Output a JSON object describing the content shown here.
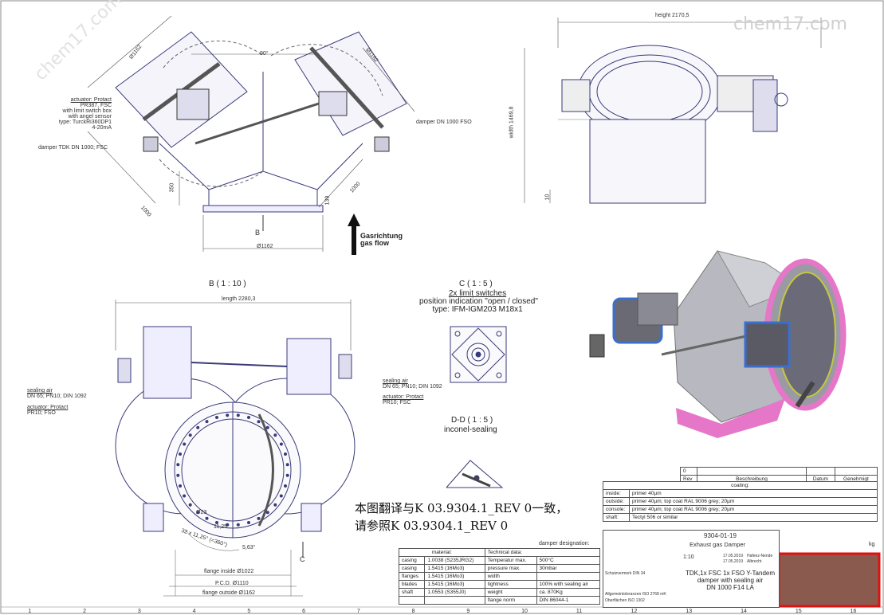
{
  "watermarks": [
    "chem17.com",
    "chem17.com"
  ],
  "top_left": {
    "angle": "90°",
    "dia_left": "Ø1162",
    "dia_right": "Ø1162",
    "actuator": [
      "actuator: Protact",
      "PR387, FSC",
      "with limit switch box",
      "with angel sensor",
      "type: TurckRi360DP1",
      "4-20mA"
    ],
    "damper_left": "damper TDK DN 1000; FSC",
    "damper_right": "damper DN 1000 FSO",
    "dim_350": "350",
    "dim_1000a": "1000",
    "dim_1000b": "1000",
    "dim_139": "139",
    "dim_bottom": "Ø1162",
    "view_b": "B",
    "gas_flow": [
      "Gasrichtung",
      "gas flow"
    ]
  },
  "top_right": {
    "height": "height 2170,5",
    "width": "width 1469,8",
    "dim_10": "10"
  },
  "view_b": {
    "title": "B ( 1 : 10 )",
    "length": "length 2280,3",
    "sealing_left": [
      "sealing air",
      "DN 65; PN10; DIN 1092"
    ],
    "actuator_left": [
      "actuator: Protact",
      "PR10; FSO"
    ],
    "sealing_right": [
      "sealing air",
      "DN 65; PN10; DIN 1092"
    ],
    "actuator_right": [
      "actuator: Protact",
      "PR10; FSC"
    ],
    "dia_23": "Ø23",
    "angle_1125": "11,25°",
    "holes": "32 x 11,25° (=360°)",
    "angle_563": "5,63°",
    "flange_inside": "flange inside Ø1022",
    "pcd": "P.C.D. Ø1110",
    "flange_outside": "flange outside Ø1162",
    "view_c": "C"
  },
  "view_c": {
    "title": "C ( 1 : 5 )",
    "lines": [
      "2x limit switches",
      "position indication \"open / closed\"",
      "type: IFM-IGM203 M18x1"
    ]
  },
  "view_dd": {
    "title": "D-D ( 1 : 5 )",
    "sub": "inconel-sealing"
  },
  "note_cn": [
    "本图翻译与K 03.9304.1_REV 0一致，",
    "请参照K 03.9304.1_REV 0"
  ],
  "materials": {
    "design_title": "damper designation:",
    "left_header": "material:",
    "right_header": "Technical data:",
    "rows": [
      {
        "part": "casing",
        "mat": "1.0038 (S235JRG2)",
        "key": "Temperatur max.",
        "val": "500°C"
      },
      {
        "part": "casing",
        "mat": "1.5415 (16Mo3)",
        "key": "pressure max.",
        "val": "30mbar"
      },
      {
        "part": "flanges",
        "mat": "1.5415 (16Mo3)",
        "key": "width",
        "val": ""
      },
      {
        "part": "blades",
        "mat": "1.5415 (16Mo3)",
        "key": "tightness",
        "val": "100% with sealing air"
      },
      {
        "part": "shaft",
        "mat": "1.0553 (S355J0)",
        "key": "weight",
        "val": "ca. 870Kg"
      },
      {
        "part": "",
        "mat": "",
        "key": "flange norm",
        "val": "DIN 86044-1"
      }
    ]
  },
  "revision": {
    "num": "0",
    "rev": "Rev",
    "beschreibung": "Beschreibung",
    "datum": "Datum",
    "genehmigt": "Genehmigt"
  },
  "coating": {
    "title": "coating:",
    "rows": [
      {
        "k": "inside:",
        "v": "primer 40µm"
      },
      {
        "k": "outside:",
        "v": "primer 40µm; top coat RAL 9006 grey; 20µm"
      },
      {
        "k": "console:",
        "v": "primer 40µm; top coat RAL 9006 grey; 20µm"
      },
      {
        "k": "shaft:",
        "v": "Tectyl 506 or similar"
      }
    ]
  },
  "title_block": {
    "drawing_no": "9304-01-19",
    "name": "Exhaust gas Damper",
    "scale": "1:10",
    "date1": "17.05.2019",
    "date2": "17.05.2019",
    "checker1": "Hafeez-Nende",
    "checker2": "Albrecht",
    "desc": [
      "TDK,1x FSC 1x FSO Y-Tandem",
      "damper with sealing air",
      "DN 1000  F14 LA"
    ],
    "weight": "kg",
    "protection": "Schutzvermerk DIN 34",
    "norm1": "Allgemeintoleranzen ISO 2768 mK",
    "norm2": "Oberflächen ISO 1302"
  },
  "column_numbers": [
    "1",
    "2",
    "3",
    "4",
    "5",
    "6",
    "7",
    "8",
    "9",
    "10",
    "11",
    "12",
    "13",
    "14",
    "15",
    "16"
  ],
  "colors": {
    "line": "#3a3a7a",
    "model_grey": "#b8b8c0",
    "flange_pink": "#e676c8",
    "blue": "#3a6fd0",
    "redbox_fill": "#8a5a4e",
    "redbox_border": "#e01010"
  }
}
